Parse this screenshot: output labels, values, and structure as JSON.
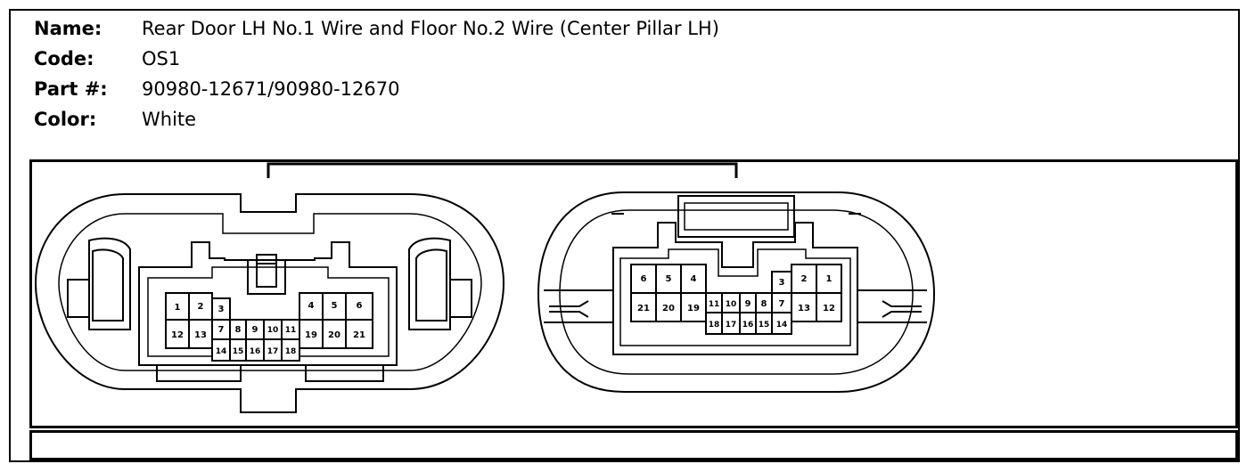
{
  "connector": {
    "name_label": "Name:",
    "name_value": "Rear Door LH No.1 Wire and Floor No.2 Wire (Center Pillar LH)",
    "code_label": "Code:",
    "code_value": "OS1",
    "part_label": "Part #:",
    "part_value": "90980-12671/90980-12670",
    "color_label": "Color:",
    "color_value": "White"
  },
  "left_connector_pins": [
    "1",
    "2",
    "3",
    "4",
    "5",
    "6",
    "7",
    "8",
    "9",
    "10",
    "11",
    "12",
    "13",
    "14",
    "15",
    "16",
    "17",
    "18",
    "19",
    "20",
    "21"
  ],
  "right_connector_pins": [
    "6",
    "5",
    "4",
    "3",
    "2",
    "1",
    "21",
    "20",
    "19",
    "11",
    "10",
    "9",
    "8",
    "7",
    "13",
    "12",
    "18",
    "17",
    "16",
    "15",
    "14"
  ]
}
